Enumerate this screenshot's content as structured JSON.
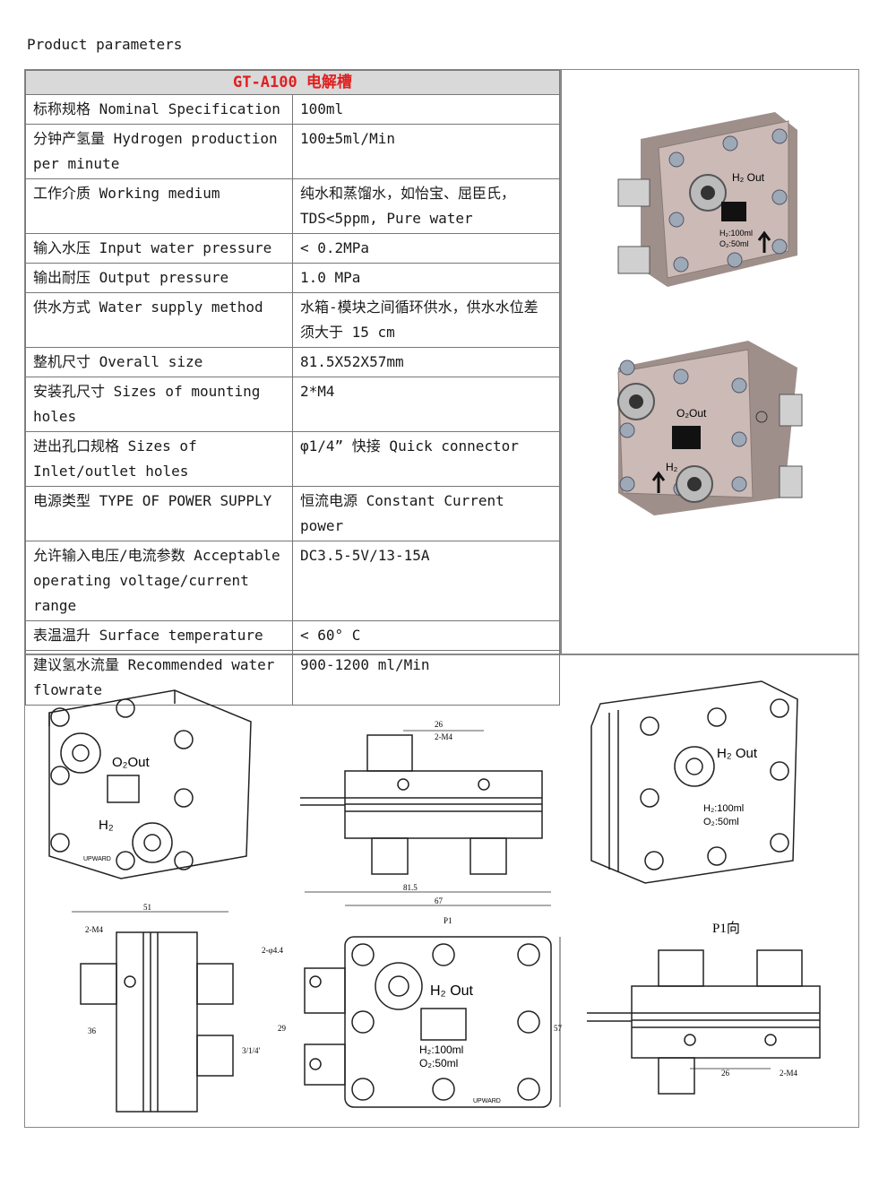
{
  "heading": "Product parameters",
  "table": {
    "title": "GT-A100 电解槽",
    "rows": [
      {
        "label": "标称规格 Nominal Specification",
        "value": "100ml"
      },
      {
        "label": "分钟产氢量 Hydrogen production per minute",
        "value": "100±5ml/Min"
      },
      {
        "label": "工作介质 Working medium",
        "value": "纯水和蒸馏水，如怡宝、屈臣氏，TDS<5ppm, Pure water"
      },
      {
        "label": "输入水压 Input water pressure",
        "value": "< 0.2MPa"
      },
      {
        "label": "输出耐压 Output pressure",
        "value": "1.0 MPa"
      },
      {
        "label": "供水方式 Water supply method",
        "value": "水箱-模块之间循环供水，供水水位差须大于 15 cm"
      },
      {
        "label": "整机尺寸 Overall size",
        "value": "81.5X52X57mm"
      },
      {
        "label": "安装孔尺寸 Sizes of mounting holes",
        "value": "2*M4"
      },
      {
        "label": "进出孔口规格 Sizes of Inlet/outlet holes",
        "value": "φ1/4” 快接 Quick connector"
      },
      {
        "label": "电源类型 TYPE OF POWER SUPPLY",
        "value": "恒流电源 Constant Current power"
      },
      {
        "label": "允许输入电压/电流参数 Acceptable operating voltage/current range",
        "value": "DC3.5-5V/13-15A"
      },
      {
        "label": "表温温升 Surface temperature",
        "value": "< 60° C"
      },
      {
        "label": "建议氢水流量 Recommended water flowrate",
        "value": "900-1200 ml/Min"
      }
    ]
  },
  "device_labels": {
    "h2_out": "H₂ Out",
    "o2_out": "O₂Out",
    "h2": "H₂",
    "spec_h2": "H₂:100ml",
    "spec_o2": "O₂:50ml",
    "brand": "UPWARD"
  },
  "drawing_labels": {
    "mount_holes": "2-M4",
    "dim_26": "26",
    "dim_51": "51",
    "dim_67": "67",
    "dim_815": "81.5",
    "dim_57": "57",
    "dim_29": "29",
    "dim_36": "36",
    "hole_14": "2-φ4.4",
    "thread": "3/1/4\"接",
    "p1": "P1",
    "p1_view": "P1向"
  },
  "colors": {
    "title_red": "#e02020",
    "plate": "#c9b7b4",
    "plate_dark": "#a8958f"
  }
}
